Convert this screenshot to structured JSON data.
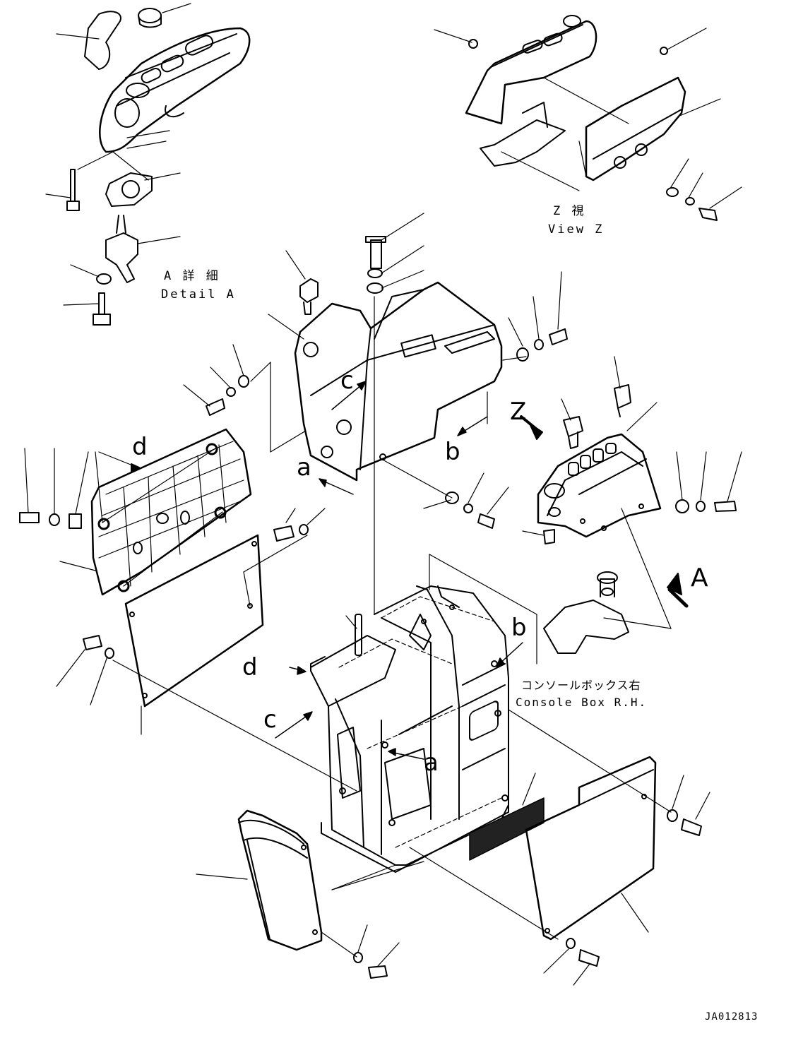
{
  "labels": {
    "detail_a_jp": "A 詳 細",
    "detail_a_en": "Detail A",
    "view_z_jp": "Z 視",
    "view_z_en": "View Z",
    "console_jp": "コンソールボックス右",
    "console_en": "Console Box R.H.",
    "drawing_code": "JA012813"
  },
  "letters": {
    "a": "a",
    "b": "b",
    "c": "c",
    "d": "d",
    "z": "Z",
    "A": "A"
  },
  "colors": {
    "ink": "#000000",
    "paper": "#ffffff",
    "shade": "#222222"
  }
}
